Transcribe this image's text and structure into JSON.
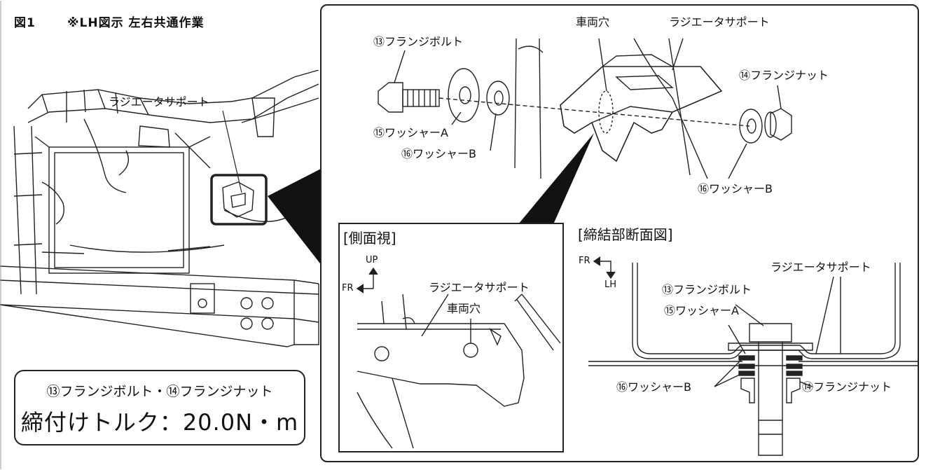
{
  "header": {
    "figure_no": "図1",
    "note": "※LH図示 左右共通作業"
  },
  "overview": {
    "radiator_support": "ラジエータサポート"
  },
  "torque": {
    "parts": "⑬フランジボルト・⑭フランジナット",
    "value": "締付けトルク：20.0N・m"
  },
  "exploded": {
    "vehicle_hole": "車両穴",
    "radiator_support": "ラジエータサポート",
    "flange_bolt": "⑬フランジボルト",
    "flange_nut": "⑭フランジナット",
    "washer_a": "⑮ワッシャーA",
    "washer_b": "⑯ワッシャーB",
    "washer_b_right": "⑯ワッシャーB"
  },
  "side_view": {
    "title": "[側面視]",
    "up": "UP",
    "fr": "FR",
    "radiator_support": "ラジエータサポート",
    "vehicle_hole": "車両穴"
  },
  "section_view": {
    "title": "[締結部断面図]",
    "fr": "FR",
    "lh": "LH",
    "radiator_support": "ラジエータサポート",
    "flange_bolt": "⑬フランジボルト",
    "washer_a": "⑮ワッシャーA",
    "washer_b": "⑯ワッシャーB",
    "flange_nut": "⑭フランジナット"
  }
}
